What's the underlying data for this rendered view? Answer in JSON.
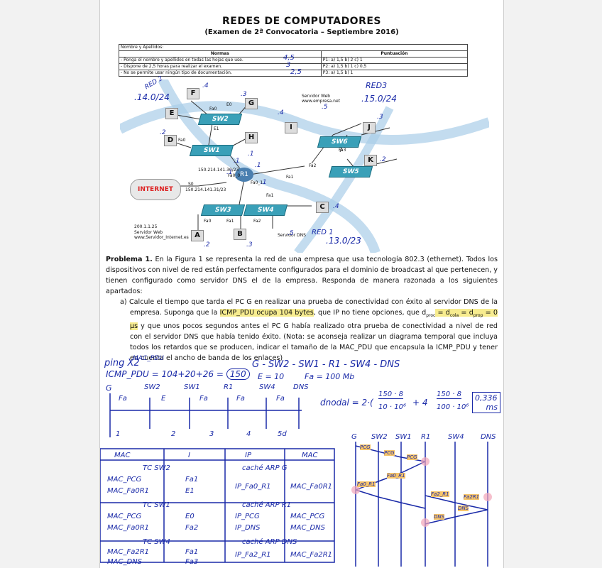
{
  "header": {
    "title": "REDES DE COMPUTADORES",
    "subtitle": "(Examen de 2ª Convocatoria – Septiembre 2016)"
  },
  "normas_table": {
    "name_label": "Nombre y Apellidos:",
    "col_normas": "Normas",
    "col_puntuacion": "Puntuación",
    "rows": [
      {
        "norma": "- Ponga el nombre y apellidos en todas las hojas que use.",
        "puntuacion": "P1: a) 1,5 b) 2 c) 1"
      },
      {
        "norma": "- Dispone de 2,5 horas para realizar el examen.",
        "puntuacion": "P2: a) 1,5 b) 1 c) 0,5"
      },
      {
        "norma": "- No se permite usar ningún tipo de documentación.",
        "puntuacion": "P3: a) 1,5 b) 1"
      }
    ],
    "hand_scores": [
      "4,5",
      "3",
      "2,5"
    ]
  },
  "figure": {
    "switches": [
      "SW2",
      "SW1",
      "SW6",
      "SW5",
      "SW3",
      "SW4"
    ],
    "router": "R1",
    "hosts": [
      "F",
      "E",
      "D",
      "G",
      "H",
      "I",
      "J",
      "K",
      "C",
      "A",
      "B"
    ],
    "internet": "INTERNET",
    "server_web_top": "Servidor Web www.empresa.net",
    "server_web_bottom": "Servidor Web www.Servidor_Internet.es",
    "server_web_bottom_ip": "200.1.1.25",
    "server_dns": "Servidor DNS",
    "ip_r1_upper": "150.214.141.30/23",
    "ip_r1_lower": "150.214.141.31/23",
    "ports": [
      "Fa0",
      "E0",
      "E1",
      "Fa1",
      "Fa2",
      "Fa3",
      "Fa0",
      "Fa1",
      "Fa2",
      "Fa0",
      "Fa1",
      "S0",
      "Fa0_1",
      "Fa0_0"
    ],
    "annotations": [
      ".14.0/24",
      "RED 2",
      "RED3",
      ".15.0/24",
      "RED 1",
      ".13.0/23",
      ".4",
      ".3",
      ".4",
      ".5",
      ".3",
      ".2",
      ".1",
      ".1",
      ".1",
      ".2",
      ".4",
      ".5",
      ".3",
      ".2",
      ".1",
      ".1"
    ]
  },
  "problem": {
    "heading": "Problema 1.",
    "intro": "En la Figura 1 se representa la red de una empresa que usa tecnología 802.3 (ethernet). Todos los dispositivos con nivel de red están perfectamente configurados para el dominio de broadcast al que pertenecen, y tienen configurado como servidor DNS el de la empresa. Responda de manera razonada a los siguientes apartados:",
    "item_a_1": "a)  Calcule el tiempo que tarda el PC G en realizar una prueba de conectividad con éxito al servidor DNS de la empresa. Suponga que la ",
    "item_a_hl": "ICMP_PDU ocupa 104 bytes",
    "item_a_2": ", que IP no tiene opciones, que d",
    "sub_proc": "proc",
    "eq1": " = d",
    "sub_cola": "cola",
    "eq2": " = d",
    "sub_prop": "prop",
    "eq3": " = 0 µs",
    "item_a_3": " y que unos pocos segundos antes el PC G había realizado otra prueba de conectividad a nivel de red con el servidor DNS que había tenido éxito. (Nota: se aconseja realizar un diagrama temporal que incluya todos los retardos que se producen, indicar el tamaño de la MAC_PDU que encapsula la ICMP_PDU y tener en cuenta el ancho de banda de los enlaces)"
  },
  "handwriting": {
    "ping": "ping X2",
    "mac_pdu": "MAC_PDU",
    "icmp_pdu": "ICMP_PDU = 104+20+26 = ",
    "icmp_val": "150",
    "path": "G - SW2 - SW1 - R1 - SW4 - DNS",
    "e_bw": "E = 10",
    "fa_bw": "Fa = 100 Mb",
    "dnodal": "dnodal = 2·(",
    "frac1_n": "150 · 8",
    "frac1_d": "10 · 10⁶",
    "plus": "+ 4",
    "frac2_n": "150 · 8",
    "frac2_d": "100 · 10⁶",
    "result": "0,336",
    "result_unit": "ms",
    "timeline_nodes": [
      "G",
      "SW2",
      "SW1",
      "R1",
      "SW4",
      "DNS"
    ],
    "timeline_links": [
      "Fa",
      "E",
      "Fa",
      "Fa",
      "Fa"
    ],
    "timeline_ticks": [
      "1",
      "2",
      "3",
      "4",
      "5d"
    ],
    "tbl_mac_hdr": "MAC",
    "tbl_i_hdr": "I",
    "tbl_ip_hdr": "IP",
    "tbl_mac2_hdr": "MAC",
    "tc_sw2": "TC SW2",
    "tc_sw1": "TC SW1",
    "tc_sw4": "TC SW4",
    "arp_g": "caché ARP G",
    "arp_r1": "caché ARP R1",
    "arp_dns": "caché ARP DNS",
    "sw2_rows": [
      [
        "MAC_PCG",
        "Fa1"
      ],
      [
        "MAC_Fa0R1",
        "E1"
      ]
    ],
    "sw1_rows": [
      [
        "MAC_PCG",
        "E0"
      ],
      [
        "MAC_Fa0R1",
        "Fa2"
      ]
    ],
    "sw4_rows": [
      [
        "MAC_Fa2R1",
        "Fa1"
      ],
      [
        "MAC_DNS",
        "Fa3"
      ]
    ],
    "arp_g_rows": [
      [
        "IP_Fa0_R1",
        "MAC_Fa0R1"
      ]
    ],
    "arp_r1_rows": [
      [
        "IP_PCG",
        "MAC_PCG"
      ],
      [
        "IP_DNS",
        "MAC_DNS"
      ]
    ],
    "arp_dns_rows": [
      [
        "IP_Fa2_R1",
        "MAC_Fa2R1"
      ]
    ],
    "seq_nodes": [
      "G",
      "SW2",
      "SW1",
      "R1",
      "SW4",
      "DNS"
    ],
    "seq_labels": [
      "PCG",
      "PCG",
      "PCG",
      "Fa0_R1",
      "Fa0_R1",
      "Fa2_R1",
      "Fa2R1",
      "DNS",
      "DNS"
    ]
  },
  "colors": {
    "ink": "#1a2aa8",
    "highlight": "#f7ec8f",
    "orange": "#f6c46a",
    "switch": "#3aa0b8"
  }
}
